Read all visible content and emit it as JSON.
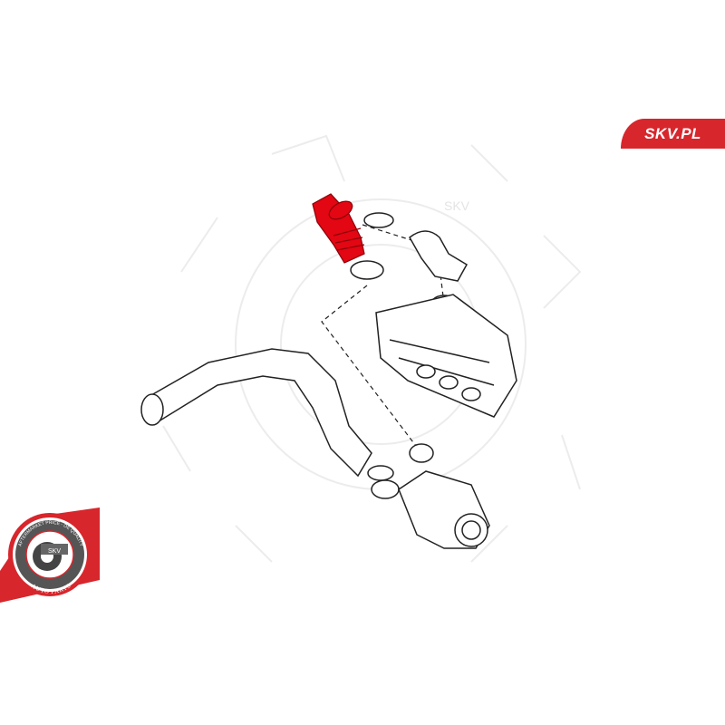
{
  "brand": {
    "label": "SKV.PL",
    "color": "#d7262c"
  },
  "watermark": {
    "text": "SKV"
  },
  "badge": {
    "top_text": "AFTERMARKET PRICE - OE QUALITY",
    "center_text": "SKV",
    "bottom_text": "AUTO PARTS"
  },
  "highlight_color": "#e30613"
}
